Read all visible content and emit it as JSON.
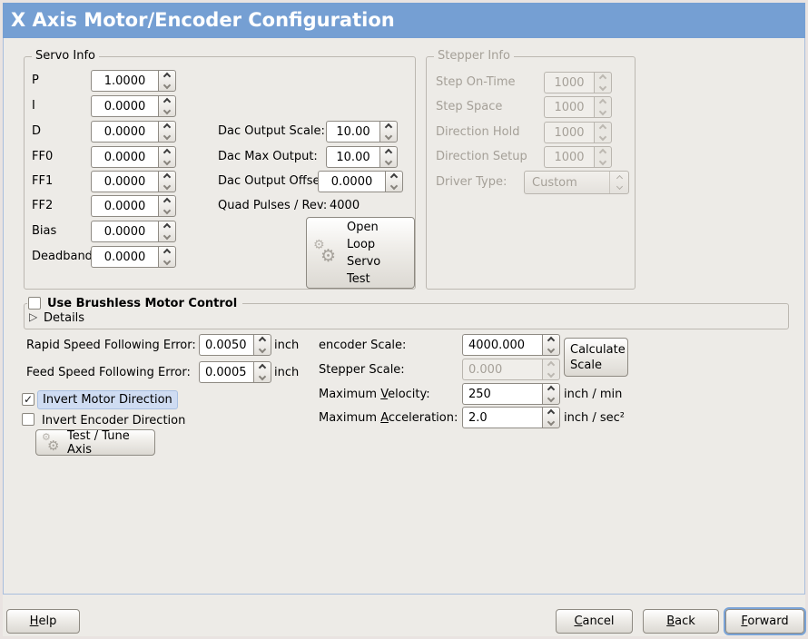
{
  "window": {
    "title": "X Axis Motor/Encoder Configuration"
  },
  "colors": {
    "title_bar": "#759fd3",
    "content_border": "#a9bedd",
    "focus_ring": "#7aa3d6",
    "selection_highlight": "#cfdcf2",
    "background": "#edebe7",
    "disabled_text": "#a5a098"
  },
  "icons": {
    "gear": "⚙",
    "expander_collapsed": "▷",
    "checkmark": "✓"
  },
  "servo_info": {
    "title": "Servo Info",
    "fields": [
      {
        "label": "P",
        "value": "1.0000"
      },
      {
        "label": "I",
        "value": "0.0000"
      },
      {
        "label": "D",
        "value": "0.0000"
      },
      {
        "label": "FF0",
        "value": "0.0000"
      },
      {
        "label": "FF1",
        "value": "0.0000"
      },
      {
        "label": "FF2",
        "value": "0.0000"
      },
      {
        "label": "Bias",
        "value": "0.0000"
      },
      {
        "label": "Deadband",
        "value": "0.0000"
      }
    ],
    "dac_fields": [
      {
        "label": "Dac Output Scale:",
        "value": "10.00"
      },
      {
        "label": "Dac Max Output:",
        "value": "10.00"
      },
      {
        "label": "Dac Output Offset:",
        "value": "0.0000"
      }
    ],
    "quad_pulses": {
      "label": "Quad Pulses / Rev:",
      "value": "4000"
    },
    "open_loop_button": "Open\nLoop\nServo\nTest"
  },
  "stepper_info": {
    "title": "Stepper Info",
    "fields": [
      {
        "label": "Step On-Time",
        "value": "1000"
      },
      {
        "label": "Step Space",
        "value": "1000"
      },
      {
        "label": "Direction Hold",
        "value": "1000"
      },
      {
        "label": "Direction Setup",
        "value": "1000"
      }
    ],
    "driver_type": {
      "label": "Driver Type:",
      "value": "Custom"
    }
  },
  "brushless": {
    "label": "Use Brushless Motor Control",
    "checked": false,
    "check_glyph": "",
    "details_label": "Details"
  },
  "following_error": {
    "rapid": {
      "label": "Rapid Speed Following Error:",
      "value": "0.0050",
      "unit": "inch"
    },
    "feed": {
      "label": "Feed Speed Following Error:",
      "value": "0.0005",
      "unit": "inch"
    }
  },
  "scales": {
    "encoder": {
      "label": "encoder Scale:",
      "value": "4000.000"
    },
    "calculate_button": "Calculate Scale",
    "stepper": {
      "label": "Stepper Scale:",
      "value": "0.000"
    },
    "velocity": {
      "label_pre": "Maximum ",
      "label_key": "V",
      "label_post": "elocity:",
      "value": "250",
      "unit": "inch / min"
    },
    "acceleration": {
      "label_pre": "Maximum ",
      "label_key": "A",
      "label_post": "cceleration:",
      "value": "2.0",
      "unit": "inch / sec²"
    }
  },
  "invert": {
    "motor": {
      "label": "Invert Motor Direction",
      "checked": true,
      "check_glyph": "✓"
    },
    "encoder": {
      "label": "Invert Encoder Direction",
      "checked": false,
      "check_glyph": ""
    }
  },
  "test_tune_button": "Test / Tune Axis",
  "actions": {
    "help": {
      "pre": "",
      "key": "H",
      "post": "elp"
    },
    "cancel": {
      "pre": "",
      "key": "C",
      "post": "ancel"
    },
    "back": {
      "pre": "",
      "key": "B",
      "post": "ack"
    },
    "forward": {
      "pre": "",
      "key": "F",
      "post": "orward"
    }
  }
}
